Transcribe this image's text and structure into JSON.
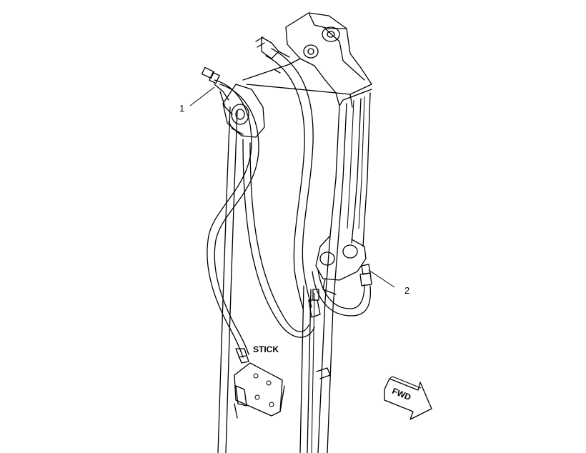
{
  "labels": {
    "callout_1": "1",
    "callout_2": "2",
    "stick": "STICK",
    "fwd": "FWD"
  },
  "colors": {
    "line": "#000000",
    "background": "#ffffff"
  }
}
